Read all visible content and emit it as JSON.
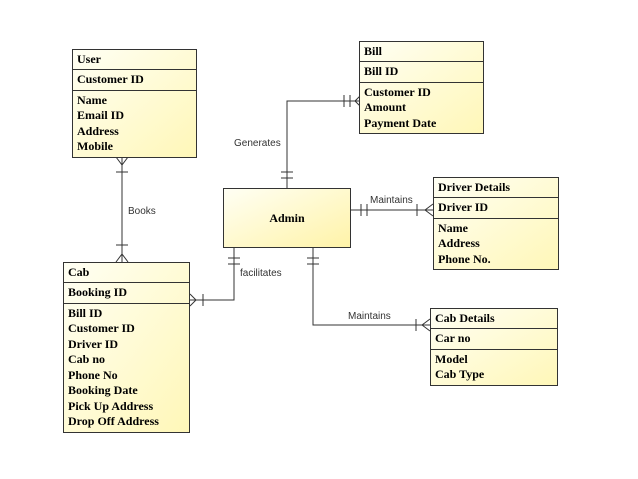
{
  "entities": {
    "user": {
      "title": "User",
      "key": "Customer ID",
      "attrs": [
        "Name",
        "Email ID",
        "Address",
        "Mobile"
      ]
    },
    "bill": {
      "title": "Bill",
      "key": "Bill ID",
      "attrs": [
        "Customer ID",
        "Amount",
        "Payment Date"
      ]
    },
    "driver": {
      "title": "Driver Details",
      "key": "Driver ID",
      "attrs": [
        "Name",
        "Address",
        "Phone No."
      ]
    },
    "cab": {
      "title": "Cab",
      "key": "Booking ID",
      "attrs": [
        "Bill ID",
        "Customer ID",
        "Driver ID",
        "Cab no",
        "Phone No",
        "Booking Date",
        "Pick Up Address",
        "Drop Off Address"
      ]
    },
    "cabdetails": {
      "title": "Cab Details",
      "key": "Car no",
      "attrs": [
        "Model",
        "Cab Type"
      ]
    },
    "admin": {
      "title": "Admin"
    }
  },
  "relationships": {
    "generates": "Generates",
    "books": "Books",
    "facilitates": "facilitates",
    "maintains_driver": "Maintains",
    "maintains_cab": "Maintains"
  }
}
